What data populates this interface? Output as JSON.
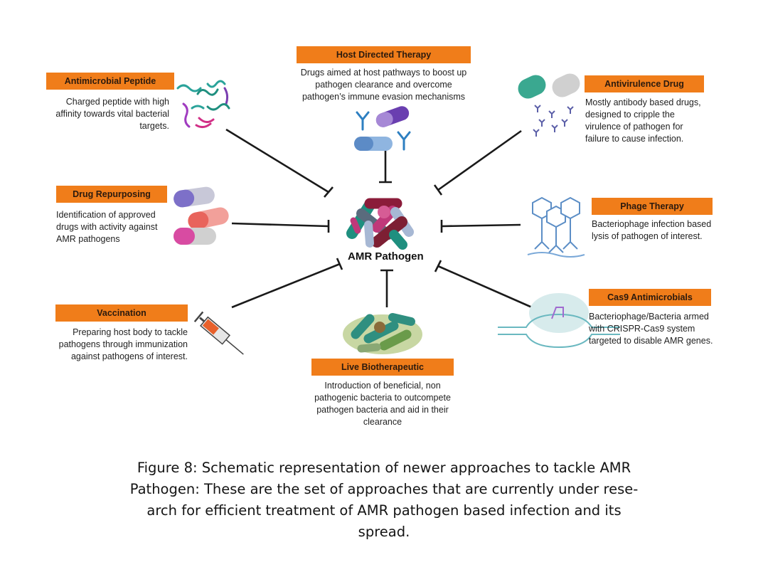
{
  "center_label": "AMR Pathogen",
  "approaches": {
    "host_directed": {
      "title": "Host Directed Therapy",
      "lines": [
        "Drugs aimed at host pathways to boost up",
        "pathogen clearance and overcome",
        "pathogen’s immune evasion mechanisms"
      ]
    },
    "antimicrobial_peptide": {
      "title": "Antimicrobial Peptide",
      "lines": [
        "Charged peptide with high",
        "affinity towards vital bacterial",
        "targets."
      ]
    },
    "antivirulence": {
      "title": "Antivirulence Drug",
      "lines": [
        "Mostly antibody based drugs,",
        "designed to cripple the",
        "virulence of pathogen for",
        "failure to cause infection."
      ]
    },
    "drug_repurposing": {
      "title": "Drug Repurposing",
      "lines": [
        "Identification of approved",
        "drugs with activity against",
        "AMR pathogens"
      ]
    },
    "phage_therapy": {
      "title": "Phage Therapy",
      "lines": [
        "Bacteriophage infection based",
        "lysis of pathogen of interest."
      ]
    },
    "vaccination": {
      "title": "Vaccination",
      "lines": [
        "Preparing host body to tackle",
        "pathogens through immunization",
        "against pathogens of interest."
      ]
    },
    "cas9": {
      "title": "Cas9 Antimicrobials",
      "lines": [
        "Bacteriophage/Bacteria armed",
        "with CRISPR-Cas9 system",
        "targeted to disable AMR genes."
      ]
    },
    "live_biotherapeutic": {
      "title": "Live Biotherapeutic",
      "lines": [
        "Introduction of beneficial, non",
        "pathogenic bacteria to outcompete",
        "pathogen bacteria and aid in their",
        "clearance"
      ]
    }
  },
  "caption": {
    "lines": [
      "Figure 8: Schematic representation of newer approaches to tackle AMR",
      "Pathogen: These are the set of approaches that are currently under rese-",
      "arch for efficient treatment of AMR pathogen based infection and its",
      "spread."
    ]
  },
  "colors": {
    "title_box": "#f07d1a",
    "connector": "#1a1a1a"
  }
}
